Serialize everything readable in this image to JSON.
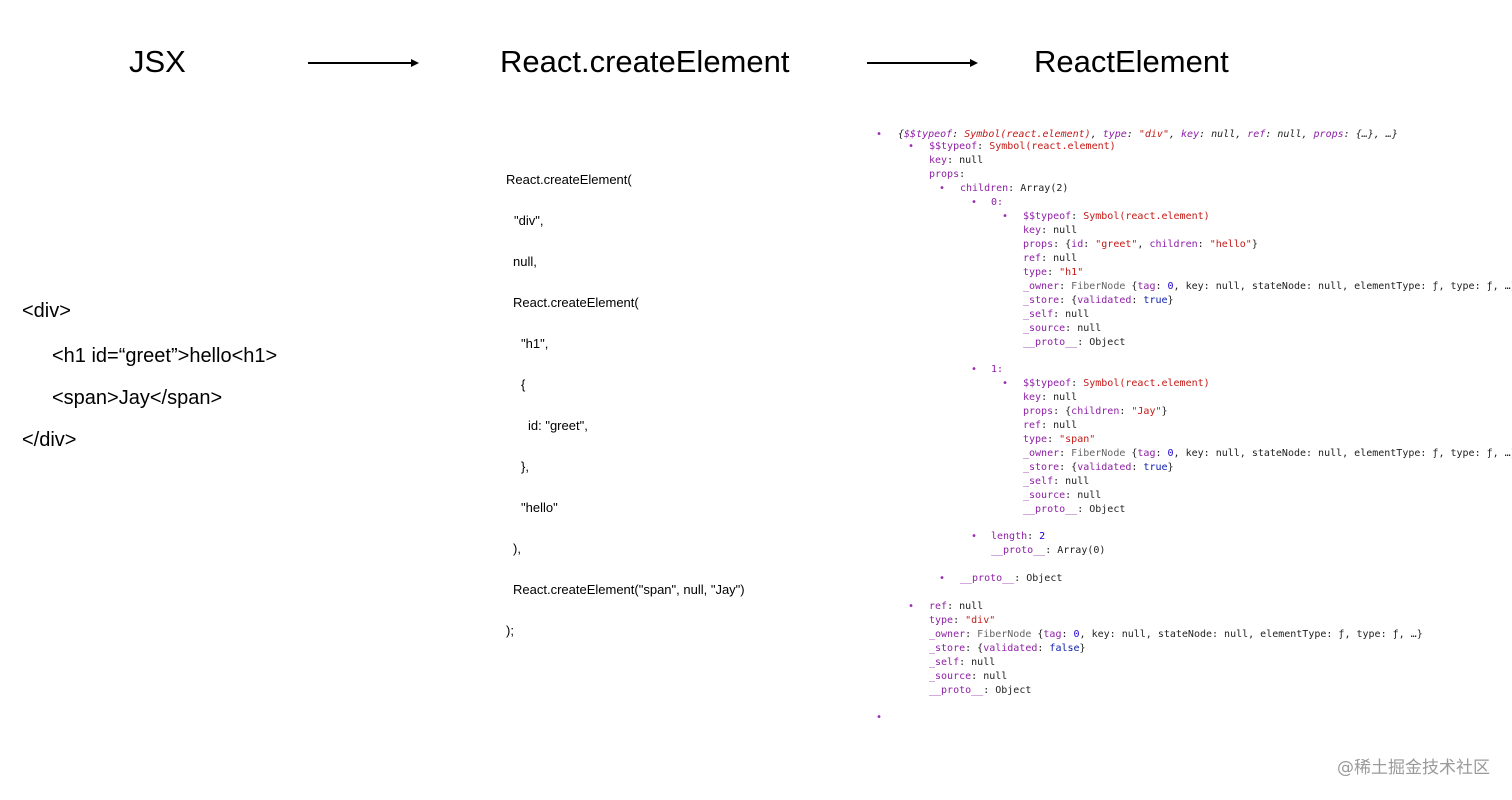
{
  "headings": {
    "jsx": "JSX",
    "create_element": "React.createElement",
    "react_element": "ReactElement"
  },
  "jsx_lines": [
    "<div>",
    "<h1 id=“greet”>hello<h1>",
    "<span>Jay</span>",
    "</div>"
  ],
  "create_element_lines": [
    "React.createElement(",
    "\"div\",",
    "null,",
    "React.createElement(",
    "\"h1\",",
    "{",
    "id: \"greet\",",
    "},",
    "\"hello\"",
    "),",
    "React.createElement(\"span\", null, \"Jay\")",
    ");"
  ],
  "react_element": {
    "summary": {
      "k1": "$$typeof",
      "v1": "Symbol(react.element)",
      "k2": "type",
      "v2": "\"div\"",
      "k3": "key",
      "v3": "null",
      "k4": "ref",
      "v4": "null",
      "k5": "props",
      "v5": "{…}",
      "rest": "…"
    },
    "root": {
      "typeof_key": "$$typeof",
      "typeof_val": "Symbol(react.element)",
      "key_key": "key",
      "key_val": "null",
      "props_key": "props",
      "children_key": "children",
      "children_val": "Array(2)",
      "ref_key": "ref",
      "ref_val": "null",
      "type_key": "type",
      "type_val": "\"div\"",
      "owner_key": "_owner",
      "owner_class": "FiberNode",
      "owner_tag_key": "tag",
      "owner_tag_val": "0",
      "owner_rest": "key: null, stateNode: null, elementType: ƒ, type: ƒ, …}",
      "store_key": "_store",
      "store_inner_key": "validated",
      "store_val": "false",
      "self_key": "_self",
      "self_val": "null",
      "source_key": "_source",
      "source_val": "null",
      "proto_key": "__proto__",
      "proto_val": "Object"
    },
    "children": [
      {
        "index": "0:",
        "typeof_key": "$$typeof",
        "typeof_val": "Symbol(react.element)",
        "key_key": "key",
        "key_val": "null",
        "props_key": "props",
        "props_id_key": "id",
        "props_id_val": "\"greet\"",
        "props_children_key": "children",
        "props_children_val": "\"hello\"",
        "ref_key": "ref",
        "ref_val": "null",
        "type_key": "type",
        "type_val": "\"h1\"",
        "owner_key": "_owner",
        "owner_class": "FiberNode",
        "owner_tag_key": "tag",
        "owner_tag_val": "0",
        "owner_rest": "key: null, stateNode: null, elementType: ƒ, type: ƒ, …}",
        "store_key": "_store",
        "store_inner_key": "validated",
        "store_val": "true",
        "self_key": "_self",
        "self_val": "null",
        "source_key": "_source",
        "source_val": "null",
        "proto_key": "__proto__",
        "proto_val": "Object"
      },
      {
        "index": "1:",
        "typeof_key": "$$typeof",
        "typeof_val": "Symbol(react.element)",
        "key_key": "key",
        "key_val": "null",
        "props_key": "props",
        "props_children_key": "children",
        "props_children_val": "\"Jay\"",
        "ref_key": "ref",
        "ref_val": "null",
        "type_key": "type",
        "type_val": "\"span\"",
        "owner_key": "_owner",
        "owner_class": "FiberNode",
        "owner_tag_key": "tag",
        "owner_tag_val": "0",
        "owner_rest": "key: null, stateNode: null, elementType: ƒ, type: ƒ, …}",
        "store_key": "_store",
        "store_inner_key": "validated",
        "store_val": "true",
        "self_key": "_self",
        "self_val": "null",
        "source_key": "_source",
        "source_val": "null",
        "proto_key": "__proto__",
        "proto_val": "Object"
      }
    ],
    "array_length_key": "length",
    "array_length_val": "2",
    "array_proto_key": "__proto__",
    "array_proto_val": "Array(0)",
    "props_proto_key": "__proto__",
    "props_proto_val": "Object"
  },
  "watermark": "@稀土掘金技术社区",
  "colors": {
    "bullet": "#9a2bb0",
    "key": "#8e1fa6",
    "string": "#c41a16",
    "number": "#1c00cf",
    "boolean": "#0d22aa",
    "muted": "#666666"
  }
}
